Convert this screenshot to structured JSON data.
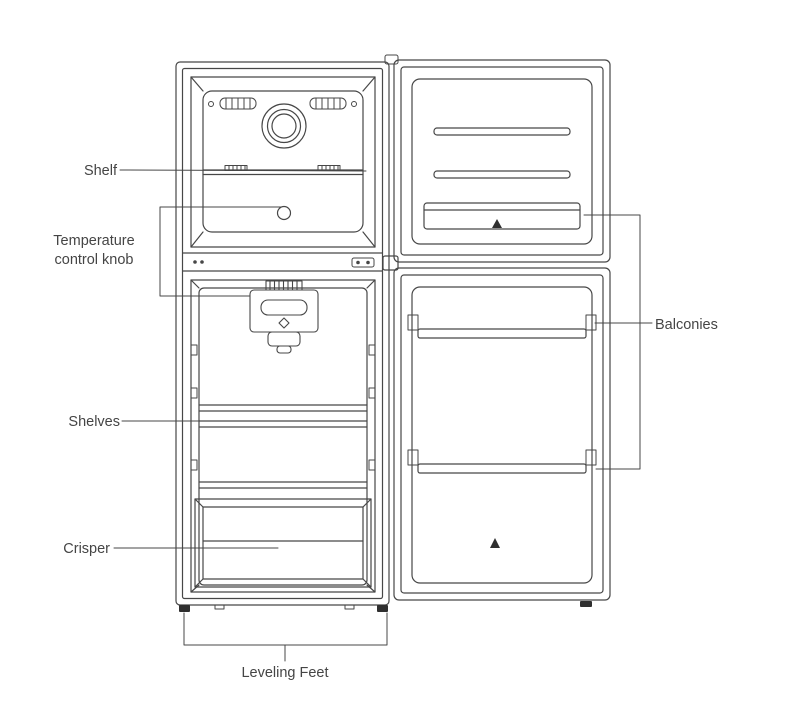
{
  "diagram": {
    "kind": "refrigerator-parts-diagram",
    "subject": "Top-freezer refrigerator with both doors open",
    "colors": {
      "line": "#474747",
      "text": "#454545",
      "solid_fill": "#2f2f2f",
      "background": "#ffffff"
    },
    "labels": {
      "shelf": "Shelf",
      "temperature_control_knob": "Temperature\ncontrol knob",
      "shelves": "Shelves",
      "crisper": "Crisper",
      "leveling_feet": "Leveling Feet",
      "balconies": "Balconies"
    }
  }
}
